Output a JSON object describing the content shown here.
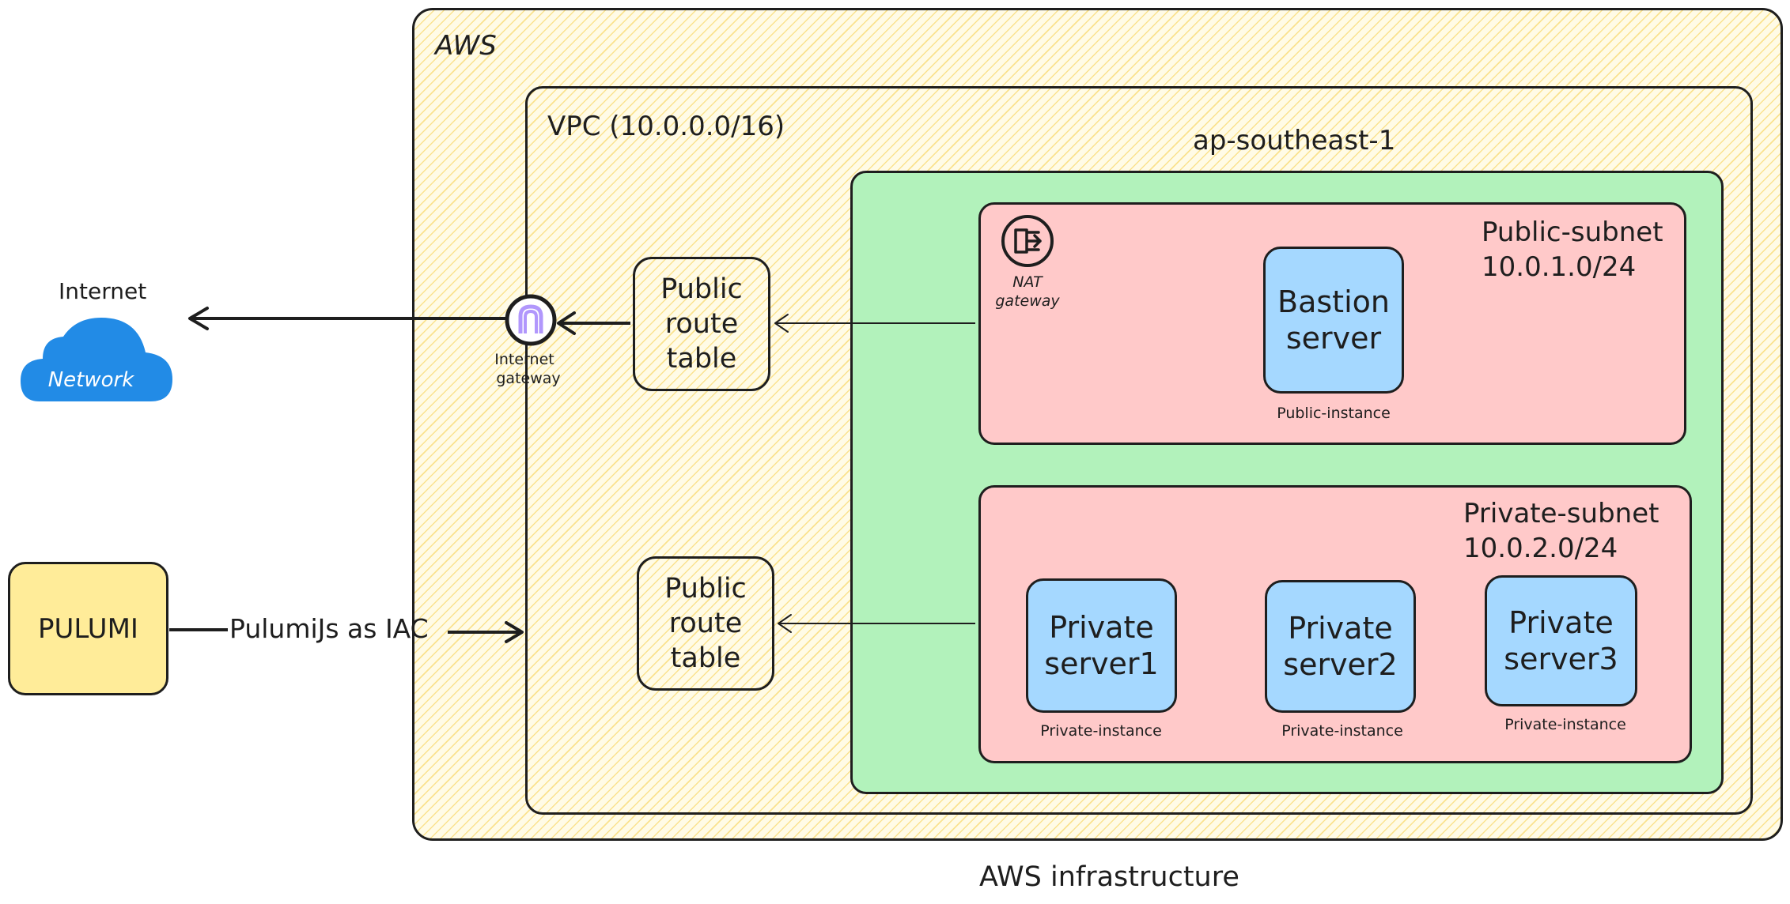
{
  "aws": {
    "label": "AWS"
  },
  "vpc": {
    "label": "VPC (10.0.0.0/16)"
  },
  "region": {
    "label": "ap-southeast-1"
  },
  "internet": {
    "label": "Internet",
    "cloud_text": "Network",
    "cloud_color": "#228be6"
  },
  "internet_gateway": {
    "label_line1": "Internet",
    "label_line2": "gateway",
    "icon_color": "#b197fc"
  },
  "nat_gateway": {
    "label_line1": "NAT",
    "label_line2": "gateway"
  },
  "route_tables": [
    {
      "line1": "Public",
      "line2": "route",
      "line3": "table"
    },
    {
      "line1": "Public",
      "line2": "route",
      "line3": "table"
    }
  ],
  "public_subnet": {
    "name": "Public-subnet",
    "cidr": "10.0.1.0/24",
    "server": {
      "line1": "Bastion",
      "line2": "server",
      "caption": "Public-instance"
    }
  },
  "private_subnet": {
    "name": "Private-subnet",
    "cidr": "10.0.2.0/24",
    "servers": [
      {
        "line1": "Private",
        "line2": "server1",
        "caption": "Private-instance"
      },
      {
        "line1": "Private",
        "line2": "server2",
        "caption": "Private-instance"
      },
      {
        "line1": "Private",
        "line2": "server3",
        "caption": "Private-instance"
      }
    ]
  },
  "pulumi": {
    "label": "PULUMI",
    "arrow_label": "PulumiJs as IAC"
  },
  "caption": "AWS infrastructure",
  "colors": {
    "region_fill": "#b2f2bb",
    "subnet_fill": "#ffc9c9",
    "server_fill": "#a5d8ff",
    "pulumi_fill": "#ffec99",
    "hatch_yellow": "#f6cd46",
    "stroke": "#1e1e1e"
  }
}
